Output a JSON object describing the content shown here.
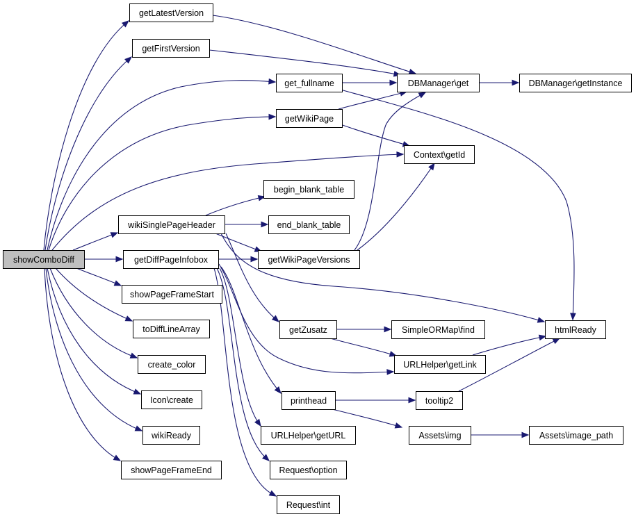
{
  "graph": {
    "root": "showComboDiff",
    "colors": {
      "edge": "#191970",
      "node_fill": "#ffffff",
      "root_fill": "#bfbfbf",
      "node_border": "#000000"
    },
    "nodes": [
      {
        "id": "showComboDiff",
        "label": "showComboDiff"
      },
      {
        "id": "getLatestVersion",
        "label": "getLatestVersion"
      },
      {
        "id": "getFirstVersion",
        "label": "getFirstVersion"
      },
      {
        "id": "get_fullname",
        "label": "get_fullname"
      },
      {
        "id": "getWikiPage",
        "label": "getWikiPage"
      },
      {
        "id": "DBManager_get",
        "label": "DBManager\\get"
      },
      {
        "id": "DBManager_getInstance",
        "label": "DBManager\\getInstance"
      },
      {
        "id": "Context_getId",
        "label": "Context\\getId"
      },
      {
        "id": "begin_blank_table",
        "label": "begin_blank_table"
      },
      {
        "id": "wikiSinglePageHeader",
        "label": "wikiSinglePageHeader"
      },
      {
        "id": "end_blank_table",
        "label": "end_blank_table"
      },
      {
        "id": "getDiffPageInfobox",
        "label": "getDiffPageInfobox"
      },
      {
        "id": "getWikiPageVersions",
        "label": "getWikiPageVersions"
      },
      {
        "id": "showPageFrameStart",
        "label": "showPageFrameStart"
      },
      {
        "id": "toDiffLineArray",
        "label": "toDiffLineArray"
      },
      {
        "id": "getZusatz",
        "label": "getZusatz"
      },
      {
        "id": "SimpleORMap_find",
        "label": "SimpleORMap\\find"
      },
      {
        "id": "htmlReady",
        "label": "htmlReady"
      },
      {
        "id": "create_color",
        "label": "create_color"
      },
      {
        "id": "URLHelper_getLink",
        "label": "URLHelper\\getLink"
      },
      {
        "id": "Icon_create",
        "label": "Icon\\create"
      },
      {
        "id": "printhead",
        "label": "printhead"
      },
      {
        "id": "tooltip2",
        "label": "tooltip2"
      },
      {
        "id": "wikiReady",
        "label": "wikiReady"
      },
      {
        "id": "Assets_img",
        "label": "Assets\\img"
      },
      {
        "id": "URLHelper_getURL",
        "label": "URLHelper\\getURL"
      },
      {
        "id": "Assets_image_path",
        "label": "Assets\\image_path"
      },
      {
        "id": "showPageFrameEnd",
        "label": "showPageFrameEnd"
      },
      {
        "id": "Request_option",
        "label": "Request\\option"
      },
      {
        "id": "Request_int",
        "label": "Request\\int"
      }
    ],
    "edges": [
      {
        "from": "showComboDiff",
        "to": "getLatestVersion"
      },
      {
        "from": "showComboDiff",
        "to": "getFirstVersion"
      },
      {
        "from": "showComboDiff",
        "to": "get_fullname"
      },
      {
        "from": "showComboDiff",
        "to": "getWikiPage"
      },
      {
        "from": "showComboDiff",
        "to": "Context_getId"
      },
      {
        "from": "showComboDiff",
        "to": "wikiSinglePageHeader"
      },
      {
        "from": "showComboDiff",
        "to": "getDiffPageInfobox"
      },
      {
        "from": "showComboDiff",
        "to": "showPageFrameStart"
      },
      {
        "from": "showComboDiff",
        "to": "toDiffLineArray"
      },
      {
        "from": "showComboDiff",
        "to": "create_color"
      },
      {
        "from": "showComboDiff",
        "to": "Icon_create"
      },
      {
        "from": "showComboDiff",
        "to": "wikiReady"
      },
      {
        "from": "showComboDiff",
        "to": "showPageFrameEnd"
      },
      {
        "from": "getLatestVersion",
        "to": "DBManager_get"
      },
      {
        "from": "getFirstVersion",
        "to": "DBManager_get"
      },
      {
        "from": "get_fullname",
        "to": "DBManager_get"
      },
      {
        "from": "get_fullname",
        "to": "htmlReady"
      },
      {
        "from": "getWikiPage",
        "to": "DBManager_get"
      },
      {
        "from": "getWikiPage",
        "to": "Context_getId"
      },
      {
        "from": "DBManager_get",
        "to": "DBManager_getInstance"
      },
      {
        "from": "wikiSinglePageHeader",
        "to": "begin_blank_table"
      },
      {
        "from": "wikiSinglePageHeader",
        "to": "end_blank_table"
      },
      {
        "from": "wikiSinglePageHeader",
        "to": "getWikiPageVersions"
      },
      {
        "from": "wikiSinglePageHeader",
        "to": "htmlReady"
      },
      {
        "from": "wikiSinglePageHeader",
        "to": "getZusatz"
      },
      {
        "from": "getDiffPageInfobox",
        "to": "getWikiPageVersions"
      },
      {
        "from": "getDiffPageInfobox",
        "to": "URLHelper_getLink"
      },
      {
        "from": "getDiffPageInfobox",
        "to": "printhead"
      },
      {
        "from": "getDiffPageInfobox",
        "to": "URLHelper_getURL"
      },
      {
        "from": "getDiffPageInfobox",
        "to": "Request_option"
      },
      {
        "from": "getDiffPageInfobox",
        "to": "Request_int"
      },
      {
        "from": "getWikiPageVersions",
        "to": "DBManager_get"
      },
      {
        "from": "getWikiPageVersions",
        "to": "Context_getId"
      },
      {
        "from": "getZusatz",
        "to": "SimpleORMap_find"
      },
      {
        "from": "getZusatz",
        "to": "URLHelper_getLink"
      },
      {
        "from": "URLHelper_getLink",
        "to": "htmlReady"
      },
      {
        "from": "printhead",
        "to": "tooltip2"
      },
      {
        "from": "printhead",
        "to": "Assets_img"
      },
      {
        "from": "tooltip2",
        "to": "htmlReady"
      },
      {
        "from": "Assets_img",
        "to": "Assets_image_path"
      }
    ]
  }
}
